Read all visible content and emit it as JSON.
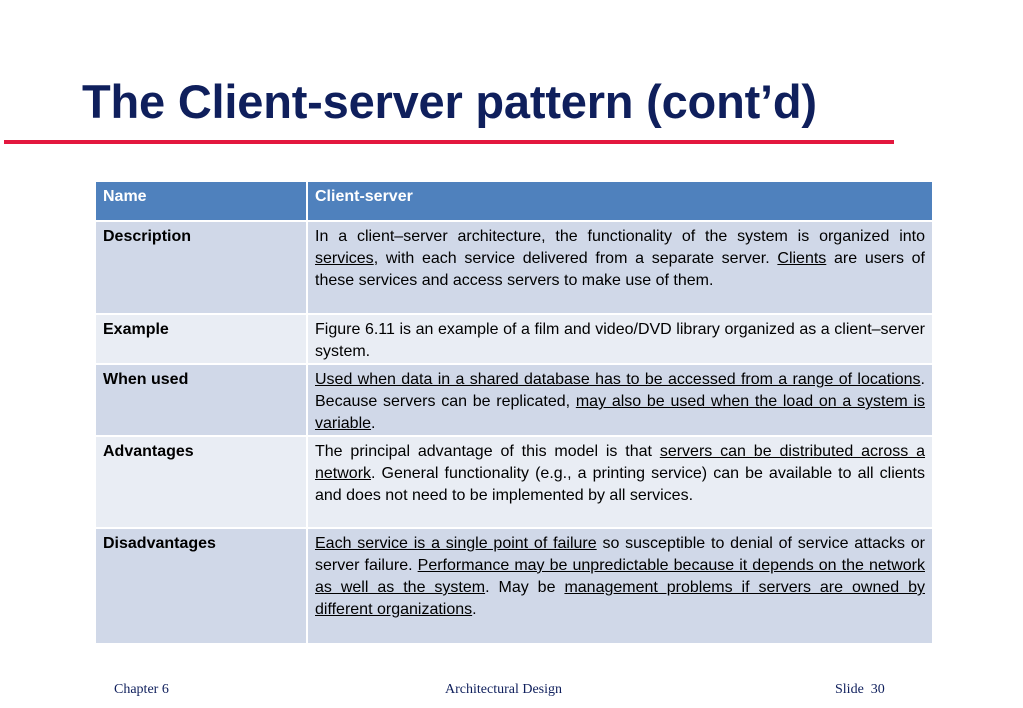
{
  "slide": {
    "title": "The Client-server pattern (cont’d)"
  },
  "table": {
    "rows": [
      {
        "label": "Name",
        "parts": [
          {
            "text": "Client-server"
          }
        ]
      },
      {
        "label": "Description",
        "parts": [
          {
            "text": "In a client–server architecture, the functionality of the system is organized into "
          },
          {
            "text": "services",
            "u": true
          },
          {
            "text": ", with each service delivered from a separate server. "
          },
          {
            "text": "Clients",
            "u": true
          },
          {
            "text": " are users of these services and access servers to make use of them."
          }
        ]
      },
      {
        "label": "Example",
        "parts": [
          {
            "text": "Figure 6.11 is an example of a film and video/DVD library organized as a client–server system."
          }
        ]
      },
      {
        "label": "When used",
        "parts": [
          {
            "text": "Used when data in a shared database has to be accessed from a range of locations",
            "u": true
          },
          {
            "text": ". Because servers can be replicated, "
          },
          {
            "text": "may also be used when the load on a system is variable",
            "u": true
          },
          {
            "text": "."
          }
        ]
      },
      {
        "label": "Advantages",
        "parts": [
          {
            "text": "The principal advantage of this model is that "
          },
          {
            "text": "servers can be distributed across a network",
            "u": true
          },
          {
            "text": ". General functionality (e.g., a printing service) can be available to all clients and does not need to be implemented by all services."
          }
        ]
      },
      {
        "label": "Disadvantages",
        "parts": [
          {
            "text": "Each service is a single point of failure",
            "u": true
          },
          {
            "text": " so susceptible to denial of service attacks or server failure. "
          },
          {
            "text": "Performance may be unpredictable because it depends on the network as well as the system",
            "u": true
          },
          {
            "text": ". May be "
          },
          {
            "text": "management problems if servers are owned by different organizations",
            "u": true
          },
          {
            "text": "."
          }
        ]
      }
    ]
  },
  "footer": {
    "chapter": "Chapter 6",
    "center": "Architectural Design",
    "slide_label": "Slide  30"
  },
  "colors": {
    "title": "#0f1f5c",
    "rule": "#e3173e",
    "header_row": "#4f81bd",
    "row_dark": "#d0d8e8",
    "row_light": "#e9edf4"
  }
}
